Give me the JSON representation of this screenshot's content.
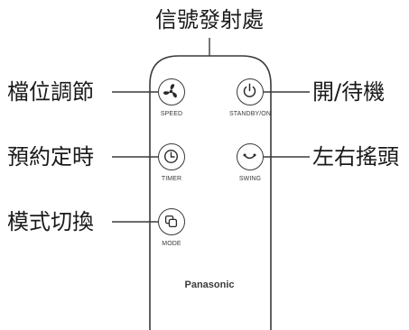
{
  "callouts": {
    "ir_emitter": "信號發射處",
    "fan_speed": "檔位調節",
    "power": "開/待機",
    "timer": "預約定時",
    "swing": "左右搖頭",
    "mode": "模式切換"
  },
  "buttons": {
    "speed": {
      "label": "SPEED",
      "icon": "fan-icon"
    },
    "standby": {
      "label": "STANDBY/ON",
      "icon": "power-icon"
    },
    "timer": {
      "label": "TIMER",
      "icon": "clock-icon"
    },
    "swing": {
      "label": "SWING",
      "icon": "swing-arc-icon"
    },
    "mode": {
      "label": "MODE",
      "icon": "mode-squares-icon"
    }
  },
  "brand": "Panasonic"
}
